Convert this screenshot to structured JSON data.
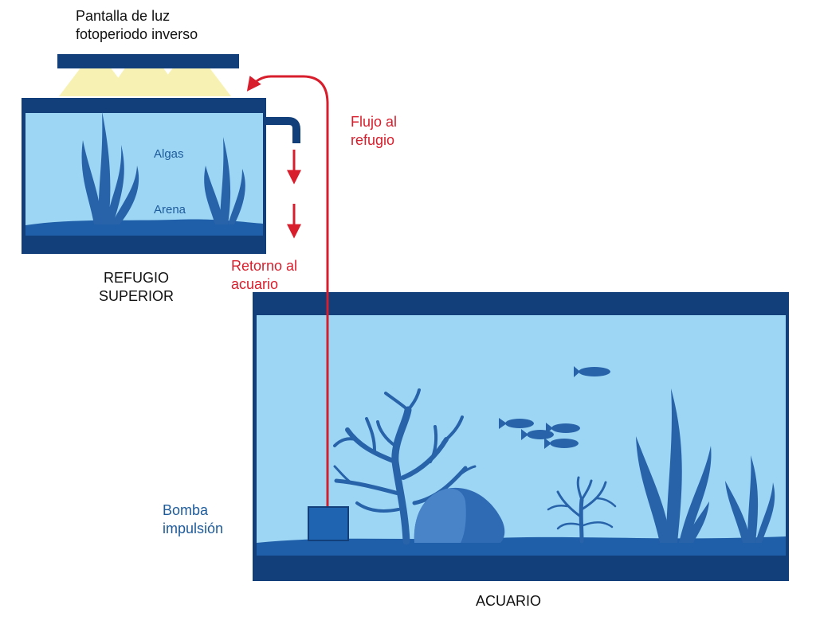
{
  "labels": {
    "light_line1": "Pantalla de luz",
    "light_line2": "fotoperiodo inverso",
    "flow_line1": "Flujo al",
    "flow_line2": "refugio",
    "return_line1": "Retorno al",
    "return_line2": "acuario",
    "refuge_line1": "REFUGIO",
    "refuge_line2": "SUPERIOR",
    "algae": "Algas",
    "sand": "Arena",
    "pump_line1": "Bomba",
    "pump_line2": "impulsión",
    "aquarium": "ACUARIO"
  },
  "colors": {
    "frame": "#123f7a",
    "water": "#9dd6f4",
    "plant": "#2863aa",
    "flow": "#d81e2c",
    "light": "#f7f2b4",
    "pump": "#1f64b0",
    "rock": "#4a84c8",
    "label_dark": "#111111",
    "label_blue": "#1e5b9b"
  }
}
